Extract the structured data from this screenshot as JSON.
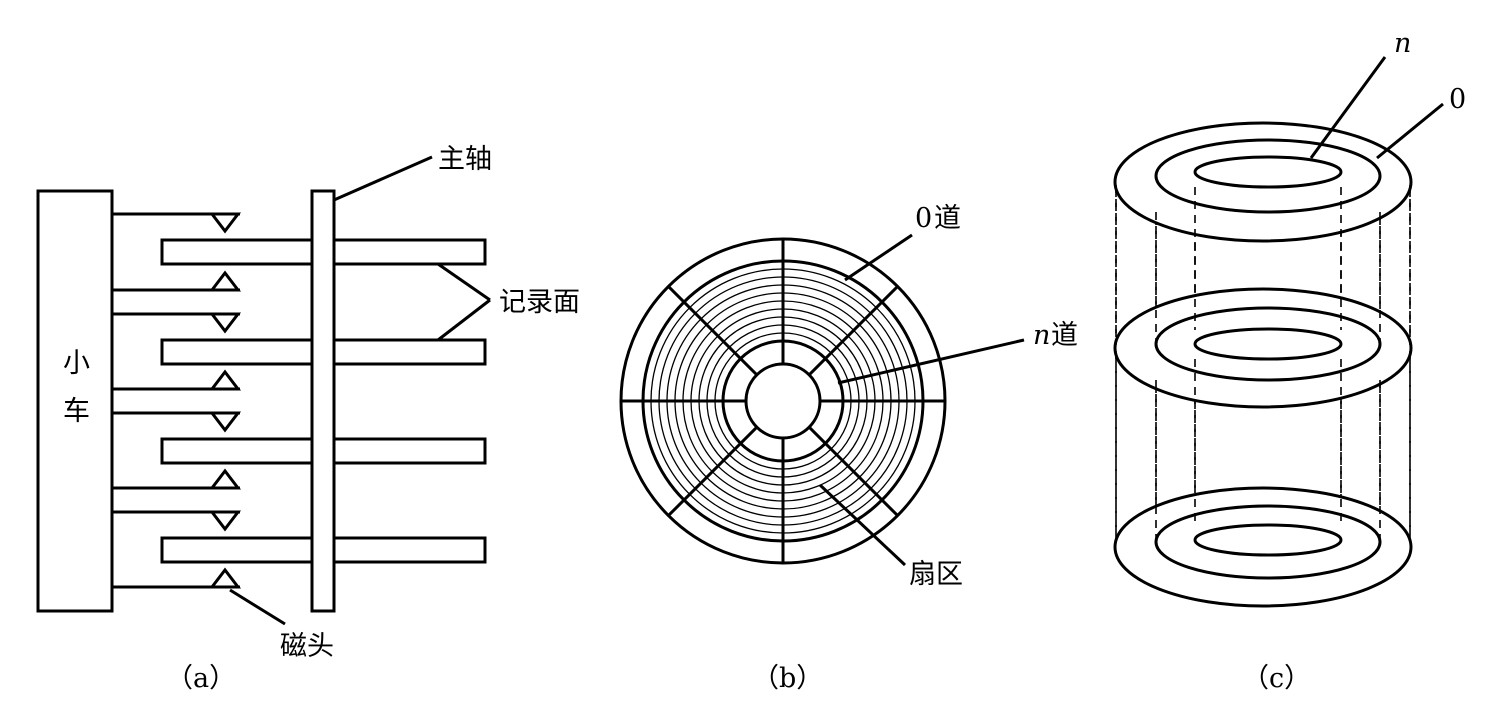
{
  "panel_a": {
    "caption": "（a）",
    "spindle_label": "主轴",
    "surface_label": "记录面",
    "carriage_label_1": "小",
    "carriage_label_2": "车",
    "head_label": "磁头"
  },
  "panel_b": {
    "caption": "（b）",
    "track0_num": "0",
    "track0_word": "道",
    "trackn_var": "n",
    "trackn_word": "道",
    "sector_label": "扇区"
  },
  "panel_c": {
    "caption": "（c）",
    "inner_label": "n",
    "outer_label": "0"
  }
}
